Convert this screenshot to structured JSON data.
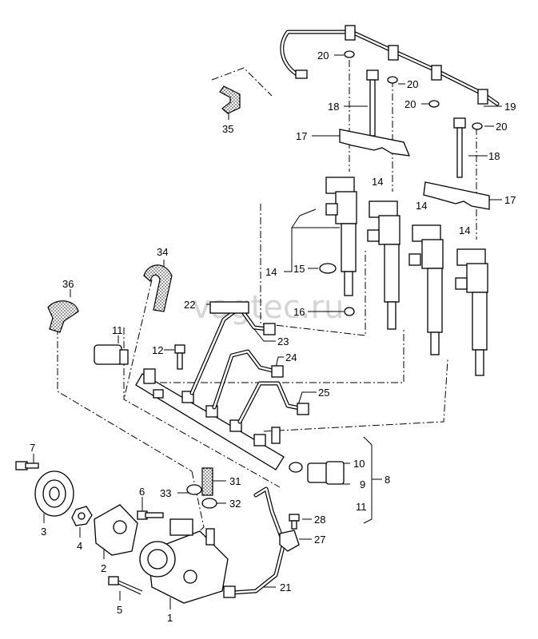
{
  "watermark": "vagtec.ru",
  "labels": {
    "l1": "1",
    "l2": "2",
    "l3": "3",
    "l4": "4",
    "l5": "5",
    "l6": "6",
    "l7": "7",
    "l8": "8",
    "l9": "9",
    "l10": "10",
    "l11a": "11",
    "l11b": "11",
    "l12": "12",
    "l14a": "14",
    "l14b": "14",
    "l14c": "14",
    "l14d": "14",
    "l15": "15",
    "l16": "16",
    "l17a": "17",
    "l17b": "17",
    "l18a": "18",
    "l18b": "18",
    "l19": "19",
    "l20a": "20",
    "l20b": "20",
    "l20c": "20",
    "l20d": "20",
    "l21": "21",
    "l22": "22",
    "l23": "23",
    "l24": "24",
    "l25": "25",
    "l27": "27",
    "l28": "28",
    "l31": "31",
    "l32": "32",
    "l33": "33",
    "l34": "34",
    "l35": "35",
    "l36": "36"
  }
}
